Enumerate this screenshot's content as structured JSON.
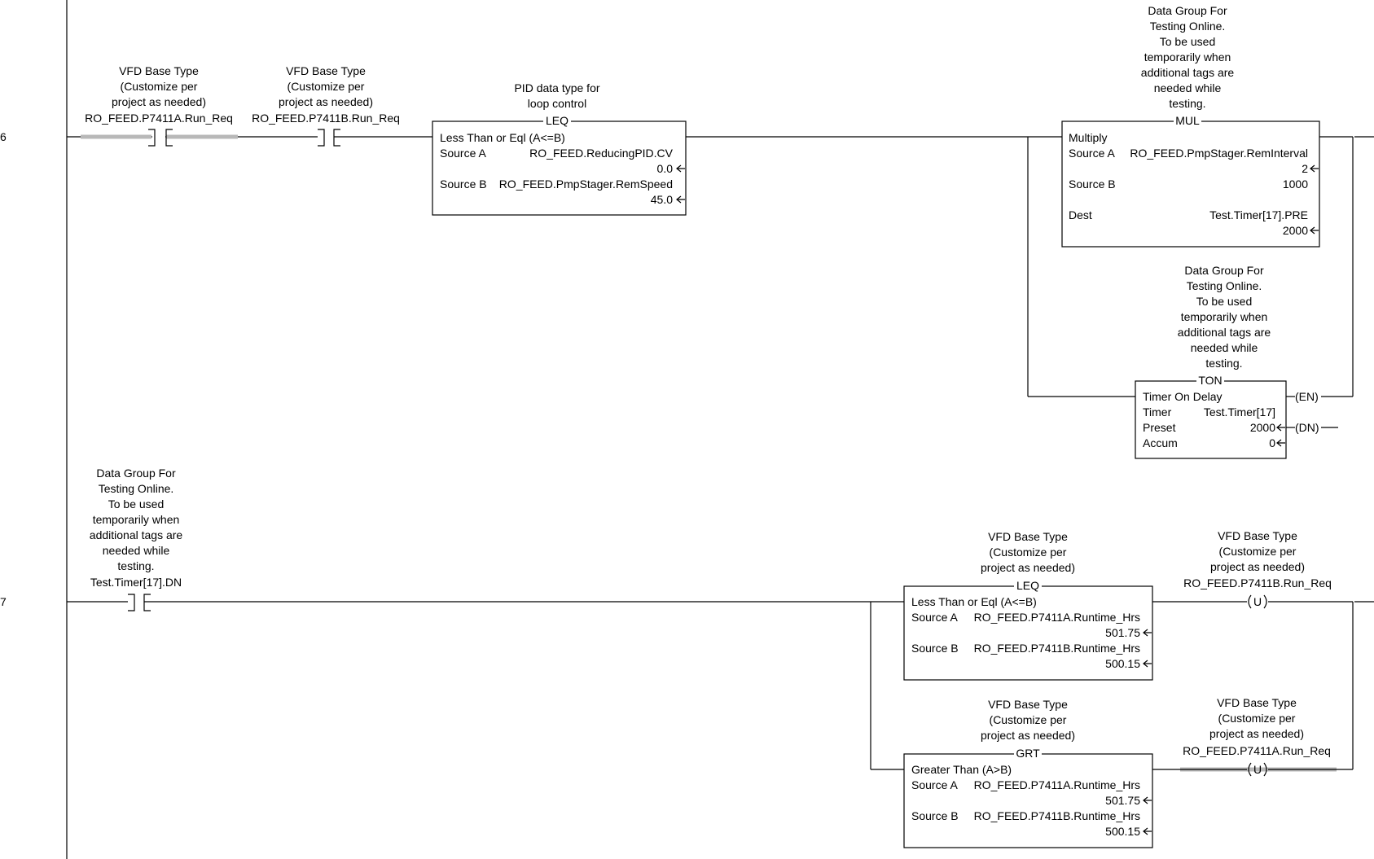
{
  "rungs": [
    {
      "number": "6",
      "contacts": [
        {
          "description": [
            "VFD Base Type",
            "(Customize per",
            "project as needed)"
          ],
          "tag": "RO_FEED.P7411A.Run_Req"
        },
        {
          "description": [
            "VFD Base Type",
            "(Customize per",
            "project as needed)"
          ],
          "tag": "RO_FEED.P7411B.Run_Req"
        }
      ],
      "leq": {
        "description": [
          "PID data type for",
          "loop control"
        ],
        "mnemonic": "LEQ",
        "title": "Less Than or Eql (A<=B)",
        "source_a_label": "Source A",
        "source_a_tag": "RO_FEED.ReducingPID.CV",
        "source_a_value": "0.0",
        "source_b_label": "Source B",
        "source_b_tag": "RO_FEED.PmpStager.RemSpeed",
        "source_b_value": "45.0"
      },
      "mul": {
        "description": [
          "Data Group For",
          "Testing Online.",
          "To be used",
          "temporarily when",
          "additional tags are",
          "needed while",
          "testing."
        ],
        "mnemonic": "MUL",
        "title": "Multiply",
        "source_a_label": "Source A",
        "source_a_tag": "RO_FEED.PmpStager.RemInterval",
        "source_a_value": "2",
        "source_b_label": "Source B",
        "source_b_value": "1000",
        "dest_label": "Dest",
        "dest_tag": "Test.Timer[17].PRE",
        "dest_value": "2000"
      },
      "ton": {
        "description": [
          "Data Group For",
          "Testing Online.",
          "To be used",
          "temporarily when",
          "additional tags are",
          "needed while",
          "testing."
        ],
        "mnemonic": "TON",
        "title": "Timer On Delay",
        "timer_label": "Timer",
        "timer_tag": "Test.Timer[17]",
        "preset_label": "Preset",
        "preset_value": "2000",
        "accum_label": "Accum",
        "accum_value": "0",
        "en": "EN",
        "dn": "DN"
      }
    },
    {
      "number": "7",
      "contact": {
        "description": [
          "Data Group For",
          "Testing Online.",
          "To be used",
          "temporarily when",
          "additional tags are",
          "needed while",
          "testing."
        ],
        "tag": "Test.Timer[17].DN"
      },
      "leq": {
        "description": [
          "VFD Base Type",
          "(Customize per",
          "project as needed)"
        ],
        "mnemonic": "LEQ",
        "title": "Less Than or Eql (A<=B)",
        "source_a_label": "Source A",
        "source_a_tag": "RO_FEED.P7411A.Runtime_Hrs",
        "source_a_value": "501.75",
        "source_b_label": "Source B",
        "source_b_tag": "RO_FEED.P7411B.Runtime_Hrs",
        "source_b_value": "500.15"
      },
      "grt": {
        "description": [
          "VFD Base Type",
          "(Customize per",
          "project as needed)"
        ],
        "mnemonic": "GRT",
        "title": "Greater Than (A>B)",
        "source_a_label": "Source A",
        "source_a_tag": "RO_FEED.P7411A.Runtime_Hrs",
        "source_a_value": "501.75",
        "source_b_label": "Source B",
        "source_b_tag": "RO_FEED.P7411B.Runtime_Hrs",
        "source_b_value": "500.15"
      },
      "coil1": {
        "description": [
          "VFD Base Type",
          "(Customize per",
          "project as needed)"
        ],
        "tag": "RO_FEED.P7411B.Run_Req",
        "symbol": "U"
      },
      "coil2": {
        "description": [
          "VFD Base Type",
          "(Customize per",
          "project as needed)"
        ],
        "tag": "RO_FEED.P7411A.Run_Req",
        "symbol": "U"
      }
    }
  ]
}
